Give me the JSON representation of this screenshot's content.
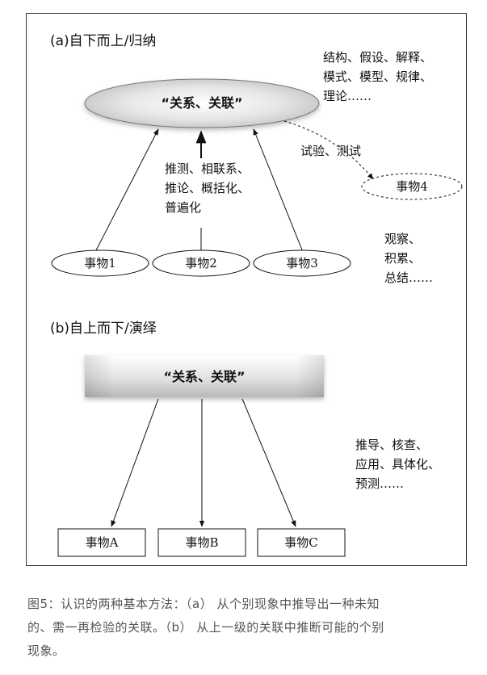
{
  "section_a": {
    "title": "(a)自下而上/归纳",
    "center_label": "“关系、关联”",
    "top_note": [
      "结构、假设、解释、",
      "模式、模型、规律、",
      "理论……"
    ],
    "middle_note": [
      "推测、相联系、",
      "推论、概括化、",
      "普遍化"
    ],
    "test_label": "试验、测试",
    "right_note": [
      "观察、",
      "积累、",
      "总结……"
    ],
    "items": [
      "事物1",
      "事物2",
      "事物3"
    ],
    "dashed_item": "事物4"
  },
  "section_b": {
    "title": "(b)自上而下/演绎",
    "center_label": "“关系、关联”",
    "note": [
      "推导、核查、",
      "应用、具体化、",
      "预测……"
    ],
    "items": [
      "事物A",
      "事物B",
      "事物C"
    ]
  },
  "caption": [
    "图5：认识的两种基本方法：（a） 从个别现象中推导出一种未知",
    "的、需一再检验的关联。（b） 从上一级的关联中推断可能的个别",
    "现象。"
  ]
}
